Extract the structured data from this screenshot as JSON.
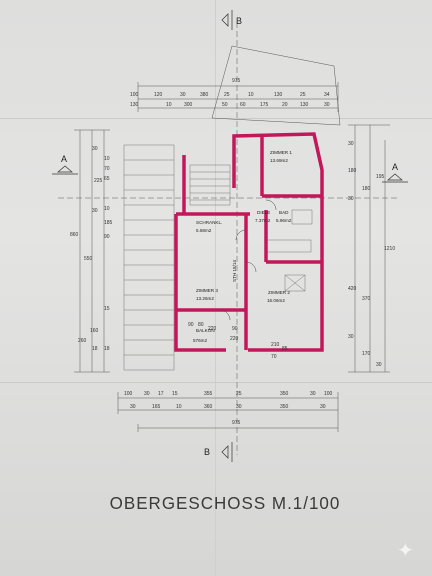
{
  "title": "OBERGESCHOSS M.1/100",
  "section_markers": {
    "a_left": "A",
    "a_right": "A",
    "b_top": "B",
    "b_bottom": "B"
  },
  "rooms": [
    {
      "name": "ZIMMER 1",
      "area": "13.69m2"
    },
    {
      "name": "DIELE",
      "area": "7.37m2"
    },
    {
      "name": "BAD",
      "area": "5.96m2"
    },
    {
      "name": "SCHRANKL.",
      "area": "5.68m2"
    },
    {
      "name": "ZIMMER 3",
      "area": "13.26m2"
    },
    {
      "name": "ZIMMER 2",
      "area": "16.06m2"
    },
    {
      "name": "BALKON",
      "area": "576m2"
    }
  ],
  "stair_label": "STH 18/14",
  "top_dims": {
    "overall": "975",
    "row1": [
      "100",
      "120",
      "30",
      "380",
      "25",
      "10",
      "130",
      "25",
      "34"
    ],
    "row2": [
      "130",
      "10",
      "300",
      "50",
      "60",
      "175",
      "20",
      "130",
      "30"
    ]
  },
  "bottom_dims": {
    "row1": [
      "100",
      "30",
      "17",
      "15",
      "355",
      "25",
      "350",
      "30",
      "100"
    ],
    "row2": [
      "30",
      "165",
      "10",
      "360",
      "30",
      "350",
      "30"
    ],
    "overall": "975"
  },
  "left_dims": [
    "30",
    "225",
    "10",
    "70",
    "65",
    "10",
    "185",
    "90",
    "30",
    "860",
    "550",
    "260",
    "160",
    "15",
    "18",
    "18"
  ],
  "right_dims": [
    "30",
    "180",
    "180",
    "195",
    "30",
    "1210",
    "420",
    "370",
    "30",
    "170",
    "30"
  ],
  "door_dims": [
    "90",
    "220",
    "80",
    "220",
    "90",
    "85",
    "70",
    "210"
  ],
  "sparkle_icon": "sparkle-icon"
}
